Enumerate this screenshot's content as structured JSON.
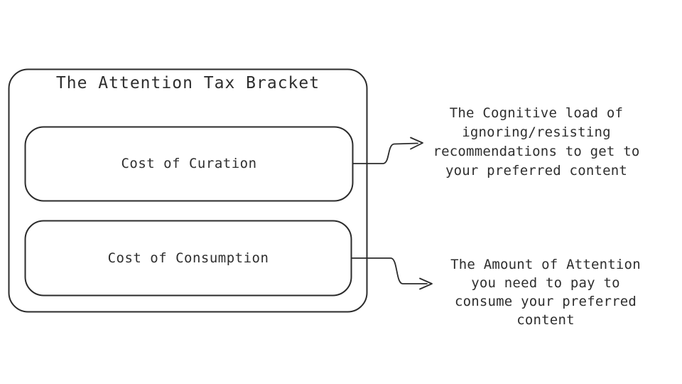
{
  "diagram": {
    "title": "The Attention Tax Bracket",
    "colors": {
      "stroke": "#2b2b2b",
      "text": "#2e2e2e",
      "background": "#ffffff"
    },
    "bracket_boxes": [
      {
        "label": "Cost of Curation"
      },
      {
        "label": "Cost of Consumption"
      }
    ],
    "connectors": [
      {
        "name": "curation-arrow",
        "direction": "right"
      },
      {
        "name": "consumption-arrow",
        "direction": "right"
      }
    ],
    "annotations": [
      {
        "lines": [
          "The Cognitive load of",
          "ignoring/resisting",
          "recommendations to get to",
          "your preferred content"
        ]
      },
      {
        "lines": [
          "The Amount of Attention",
          "you need to pay to",
          "consume your preferred",
          "content"
        ]
      }
    ]
  }
}
